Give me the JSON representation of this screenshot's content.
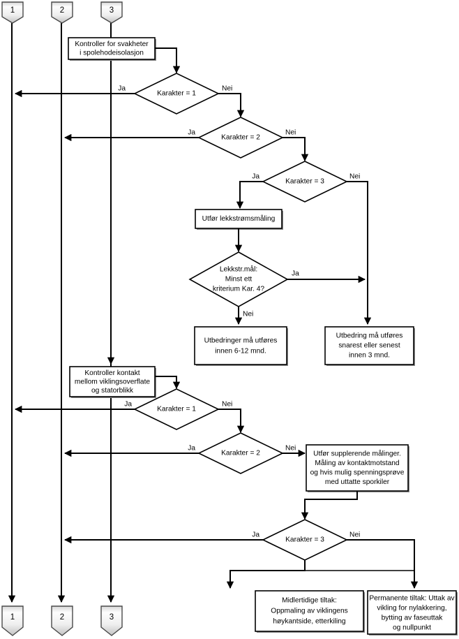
{
  "chart_data": {
    "type": "diagram",
    "title": "Flowchart - Kontroll av spolehodeisolasjon og viklingskontakt",
    "language": "no",
    "nodes": [
      {
        "id": "conn_top_1",
        "kind": "connector",
        "label": "1"
      },
      {
        "id": "conn_top_2",
        "kind": "connector",
        "label": "2"
      },
      {
        "id": "conn_top_3",
        "kind": "connector",
        "label": "3"
      },
      {
        "id": "p1",
        "kind": "process",
        "label": "Kontroller for svakheter i spolehodeisolasjon"
      },
      {
        "id": "d1",
        "kind": "decision",
        "label": "Karakter = 1"
      },
      {
        "id": "d2",
        "kind": "decision",
        "label": "Karakter = 2"
      },
      {
        "id": "d3",
        "kind": "decision",
        "label": "Karakter = 3"
      },
      {
        "id": "p2",
        "kind": "process",
        "label": "Utfør lekkstrømsmåling"
      },
      {
        "id": "d4",
        "kind": "decision",
        "label": "Lekkstr.mål: Minst ett kriterium Kar. 4?"
      },
      {
        "id": "p3",
        "kind": "process",
        "label": "Utbedringer må utføres innen 6-12 mnd."
      },
      {
        "id": "p4",
        "kind": "process",
        "label": "Utbedring må utføres snarest eller senest innen 3 mnd."
      },
      {
        "id": "p5",
        "kind": "process",
        "label": "Kontroller kontakt mellom viklingsoverflate og statorblikk"
      },
      {
        "id": "d5",
        "kind": "decision",
        "label": "Karakter = 1"
      },
      {
        "id": "d6",
        "kind": "decision",
        "label": "Karakter = 2"
      },
      {
        "id": "p6",
        "kind": "process",
        "label": "Utfør supplerende målinger. Måling av kontaktmotstand og hvis mulig spenningsprøve med uttatte sporkiler"
      },
      {
        "id": "d7",
        "kind": "decision",
        "label": "Karakter = 3"
      },
      {
        "id": "p7",
        "kind": "process",
        "label": "Midlertidige tiltak: Oppmaling av viklingens høykantside, etterkiling"
      },
      {
        "id": "p8",
        "kind": "process",
        "label": "Permanente tiltak: Uttak av vikling for nylakkering, bytting av faseuttak og nullpunkt"
      },
      {
        "id": "conn_bot_1",
        "kind": "connector",
        "label": "1"
      },
      {
        "id": "conn_bot_2",
        "kind": "connector",
        "label": "2"
      },
      {
        "id": "conn_bot_3",
        "kind": "connector",
        "label": "3"
      }
    ],
    "edge_labels": {
      "yes": "Ja",
      "no": "Nei"
    },
    "edges": [
      {
        "from": "conn_top_3",
        "to": "p1",
        "label": ""
      },
      {
        "from": "p1",
        "to": "d1",
        "label": ""
      },
      {
        "from": "d1",
        "to": "conn_bot_1",
        "label": "Ja"
      },
      {
        "from": "d1",
        "to": "d2",
        "label": "Nei"
      },
      {
        "from": "d2",
        "to": "conn_bot_2",
        "label": "Ja"
      },
      {
        "from": "d2",
        "to": "d3",
        "label": "Nei"
      },
      {
        "from": "d3",
        "to": "p2",
        "label": "Ja"
      },
      {
        "from": "d3",
        "to": "p4",
        "label": "Nei"
      },
      {
        "from": "p2",
        "to": "d4",
        "label": ""
      },
      {
        "from": "d4",
        "to": "p4",
        "label": "Ja"
      },
      {
        "from": "d4",
        "to": "p3",
        "label": "Nei"
      },
      {
        "from": "conn_top_3",
        "to": "p5",
        "label": ""
      },
      {
        "from": "p5",
        "to": "d5",
        "label": ""
      },
      {
        "from": "d5",
        "to": "conn_bot_1",
        "label": "Ja"
      },
      {
        "from": "d5",
        "to": "d6",
        "label": "Nei"
      },
      {
        "from": "d6",
        "to": "conn_bot_2",
        "label": "Ja"
      },
      {
        "from": "d6",
        "to": "p6",
        "label": "Nei"
      },
      {
        "from": "p6",
        "to": "d7",
        "label": ""
      },
      {
        "from": "d7",
        "to": "conn_bot_2",
        "label": "Ja"
      },
      {
        "from": "d7",
        "to": "p7",
        "label": "Nei"
      },
      {
        "from": "d7",
        "to": "p8",
        "label": "Nei"
      }
    ],
    "colors": {
      "background": "#ffffff",
      "stroke": "#000000",
      "box_fill": "#ffffff",
      "box_shadow": "#8a8a8a",
      "connector_fill_light": "#ffffff",
      "connector_fill_dark": "#c8c8c8",
      "connector_stroke": "#4a4a4a"
    }
  },
  "connectors_top": [
    {
      "label": "1"
    },
    {
      "label": "2"
    },
    {
      "label": "3"
    }
  ],
  "connectors_bottom": [
    {
      "label": "1"
    },
    {
      "label": "2"
    },
    {
      "label": "3"
    }
  ],
  "labels": {
    "ja": "Ja",
    "nei": "Nei"
  },
  "boxes": {
    "p1": {
      "line1": "Kontroller for svakheter",
      "line2": "i spolehodeisolasjon"
    },
    "p2": {
      "line1": "Utfør lekkstrømsmåling"
    },
    "p3": {
      "line1": "Utbedringer må utføres",
      "line2": "innen 6-12 mnd."
    },
    "p4": {
      "line1": "Utbedring må utføres",
      "line2": "snarest eller senest",
      "line3": "innen 3 mnd."
    },
    "p5": {
      "line1": "Kontroller kontakt",
      "line2": "mellom viklingsoverflate",
      "line3": "og statorblikk"
    },
    "p6": {
      "line1": "Utfør supplerende målinger.",
      "line2": "Måling av kontaktmotstand",
      "line3": "og hvis mulig spenningsprøve",
      "line4": "med uttatte sporkiler"
    },
    "p7": {
      "line1": "Midlertidige tiltak:",
      "line2": "Oppmaling av viklingens",
      "line3": "høykantside, etterkiling"
    },
    "p8": {
      "line1": "Permanente tiltak: Uttak av",
      "line2": "vikling for nylakkering,",
      "line3": "bytting av faseuttak",
      "line4": "og nullpunkt"
    }
  },
  "diamonds": {
    "d1": {
      "line1": "Karakter = 1"
    },
    "d2": {
      "line1": "Karakter = 2"
    },
    "d3": {
      "line1": "Karakter = 3"
    },
    "d4": {
      "line1": "Lekkstr.mål:",
      "line2": "Minst ett",
      "line3": "kriterium Kar. 4?"
    },
    "d5": {
      "line1": "Karakter = 1"
    },
    "d6": {
      "line1": "Karakter = 2"
    },
    "d7": {
      "line1": "Karakter = 3"
    }
  }
}
